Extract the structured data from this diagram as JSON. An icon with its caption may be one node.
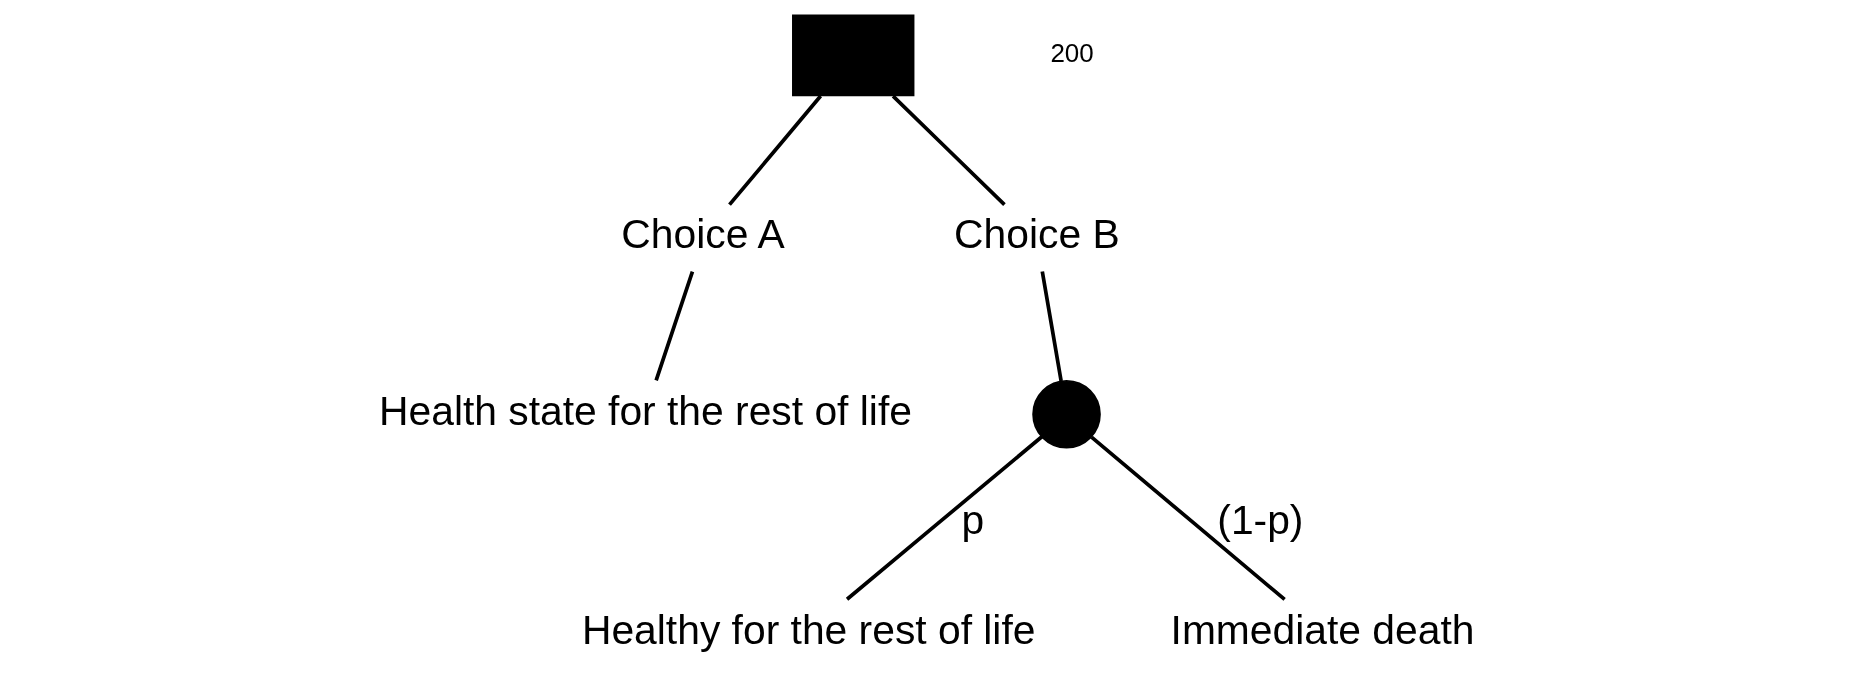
{
  "diagram": {
    "nodes": [
      {
        "text": [],
        "shape": "box"
      },
      {
        "text": [
          "Choice A"
        ]
      },
      {
        "text": [
          "Choice B"
        ]
      },
      {
        "text": [],
        "shape": "circle"
      },
      {
        "text": [
          "Health state for the rest of life"
        ]
      },
      {
        "text": [
          "Healthy for the rest of life"
        ]
      },
      {
        "text": [
          "Immediate death"
        ]
      }
    ],
    "edges": [
      {
        "from": 0,
        "to": 1,
        "arrow": "none"
      },
      {
        "from": 0,
        "to": 2,
        "arrow": "none"
      },
      {
        "from": 1,
        "to": 4,
        "arrow": "none"
      },
      {
        "from": 2,
        "to": 3,
        "arrow": "none"
      },
      {
        "from": 3,
        "to": 5,
        "arrow": "none",
        "label": "p"
      },
      {
        "from": 3,
        "to": 6,
        "arrow": "none",
        "label": "(1-p)"
      }
    ],
    "labels": [
      "200"
    ]
  }
}
